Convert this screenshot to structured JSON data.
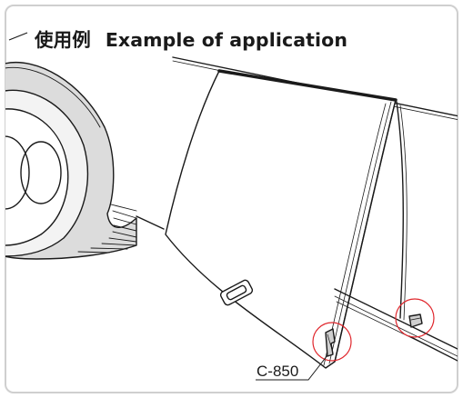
{
  "heading": {
    "ja": "使用例",
    "en": "Example of application"
  },
  "callout": {
    "part_code": "C-850"
  },
  "colors": {
    "frame_border": "#cfcfcf",
    "line": "#1a1a1a",
    "wheel_fill": "#d8d8d8",
    "highlight_circle": "#e0272d"
  }
}
